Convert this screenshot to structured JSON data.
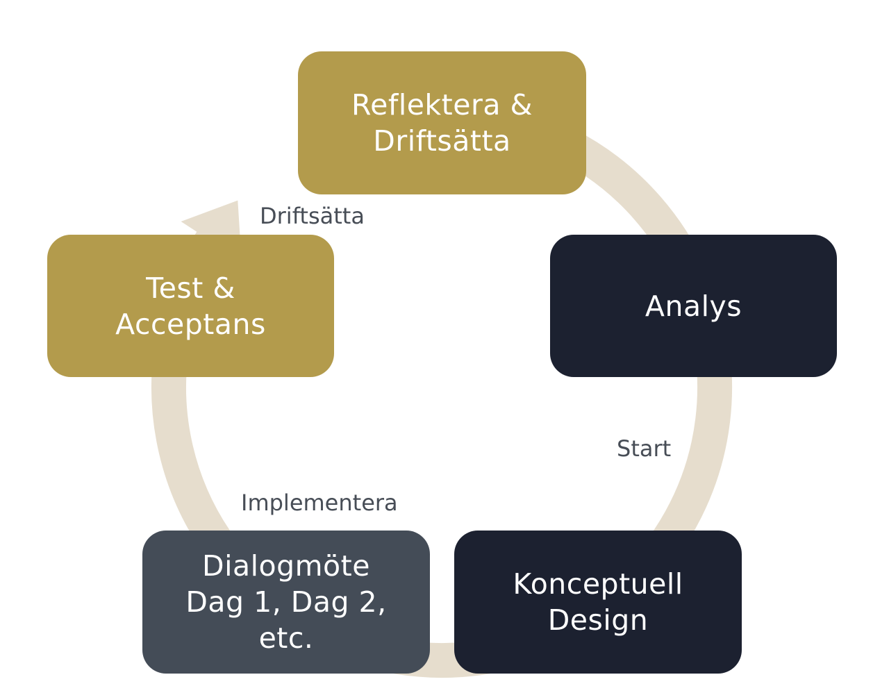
{
  "colors": {
    "ring": "#e6ddcd",
    "gold": "#b39b4c",
    "navy": "#1c2130",
    "slate": "#444c57",
    "text_light": "#ffffff",
    "label_text": "#474d56"
  },
  "nodes": {
    "reflect": {
      "text": "Reflektera &\nDriftsätta",
      "color": "#b39b4c"
    },
    "analys": {
      "text": "Analys",
      "color": "#1c2130"
    },
    "design": {
      "text": "Konceptuell\nDesign",
      "color": "#1c2130"
    },
    "dialog": {
      "text": "Dialogmöte\nDag 1, Dag 2,\netc.",
      "color": "#444c57"
    },
    "test": {
      "text": "Test &\nAcceptans",
      "color": "#b39b4c"
    }
  },
  "labels": {
    "start": "Start",
    "implementera": "Implementera",
    "driftsatta": "Driftsätta"
  },
  "icons": {
    "ring_arrow": "cycle-arrow-icon"
  }
}
